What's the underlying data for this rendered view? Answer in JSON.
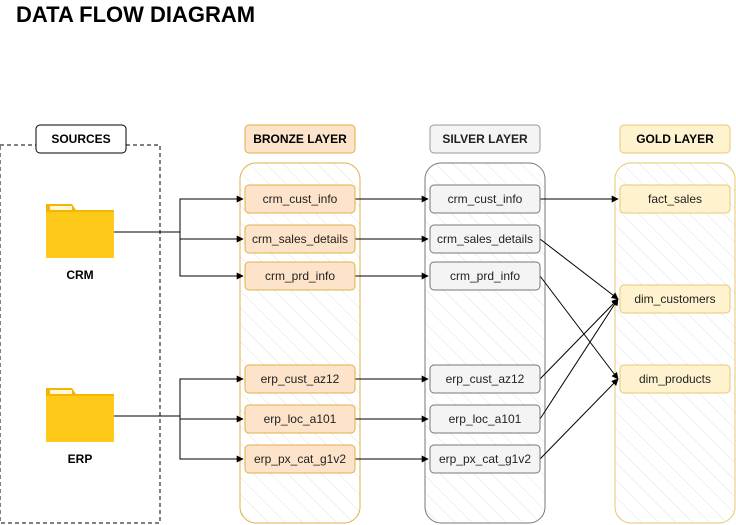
{
  "title": "DATA FLOW DIAGRAM",
  "colors": {
    "bronze_fill": "#fde3c9",
    "bronze_stroke": "#e0b048",
    "silver_fill": "#f4f4f4",
    "silver_stroke": "#777777",
    "gold_fill": "#fff3cf",
    "gold_stroke": "#e8c770",
    "folder": "#ffc91a",
    "folder_tab": "#f2b705"
  },
  "sources": {
    "header": "SOURCES",
    "items": [
      {
        "id": "crm",
        "label": "CRM",
        "icon": "folder-icon"
      },
      {
        "id": "erp",
        "label": "ERP",
        "icon": "folder-icon"
      }
    ]
  },
  "layers": [
    {
      "id": "bronze",
      "header": "BRONZE LAYER",
      "nodes": [
        {
          "id": "b_crm_cust_info",
          "label": "crm_cust_info"
        },
        {
          "id": "b_crm_sales_details",
          "label": "crm_sales_details"
        },
        {
          "id": "b_crm_prd_info",
          "label": "crm_prd_info"
        },
        {
          "id": "b_erp_cust_az12",
          "label": "erp_cust_az12"
        },
        {
          "id": "b_erp_loc_a101",
          "label": "erp_loc_a101"
        },
        {
          "id": "b_erp_px_cat_g1v2",
          "label": "erp_px_cat_g1v2"
        }
      ]
    },
    {
      "id": "silver",
      "header": "SILVER LAYER",
      "nodes": [
        {
          "id": "s_crm_cust_info",
          "label": "crm_cust_info"
        },
        {
          "id": "s_crm_sales_details",
          "label": "crm_sales_details"
        },
        {
          "id": "s_crm_prd_info",
          "label": "crm_prd_info"
        },
        {
          "id": "s_erp_cust_az12",
          "label": "erp_cust_az12"
        },
        {
          "id": "s_erp_loc_a101",
          "label": "erp_loc_a101"
        },
        {
          "id": "s_erp_px_cat_g1v2",
          "label": "erp_px_cat_g1v2"
        }
      ]
    },
    {
      "id": "gold",
      "header": "GOLD LAYER",
      "nodes": [
        {
          "id": "g_fact_sales",
          "label": "fact_sales"
        },
        {
          "id": "g_dim_customers",
          "label": "dim_customers"
        },
        {
          "id": "g_dim_products",
          "label": "dim_products"
        }
      ]
    }
  ],
  "edges": [
    [
      "crm",
      "b_crm_cust_info"
    ],
    [
      "crm",
      "b_crm_sales_details"
    ],
    [
      "crm",
      "b_crm_prd_info"
    ],
    [
      "erp",
      "b_erp_cust_az12"
    ],
    [
      "erp",
      "b_erp_loc_a101"
    ],
    [
      "erp",
      "b_erp_px_cat_g1v2"
    ],
    [
      "b_crm_cust_info",
      "s_crm_cust_info"
    ],
    [
      "b_crm_sales_details",
      "s_crm_sales_details"
    ],
    [
      "b_crm_prd_info",
      "s_crm_prd_info"
    ],
    [
      "b_erp_cust_az12",
      "s_erp_cust_az12"
    ],
    [
      "b_erp_loc_a101",
      "s_erp_loc_a101"
    ],
    [
      "b_erp_px_cat_g1v2",
      "s_erp_px_cat_g1v2"
    ],
    [
      "s_crm_cust_info",
      "g_fact_sales"
    ],
    [
      "s_crm_sales_details",
      "g_dim_customers"
    ],
    [
      "s_crm_prd_info",
      "g_dim_products"
    ],
    [
      "s_erp_cust_az12",
      "g_dim_customers"
    ],
    [
      "s_erp_loc_a101",
      "g_dim_customers"
    ],
    [
      "s_erp_px_cat_g1v2",
      "g_dim_products"
    ]
  ]
}
